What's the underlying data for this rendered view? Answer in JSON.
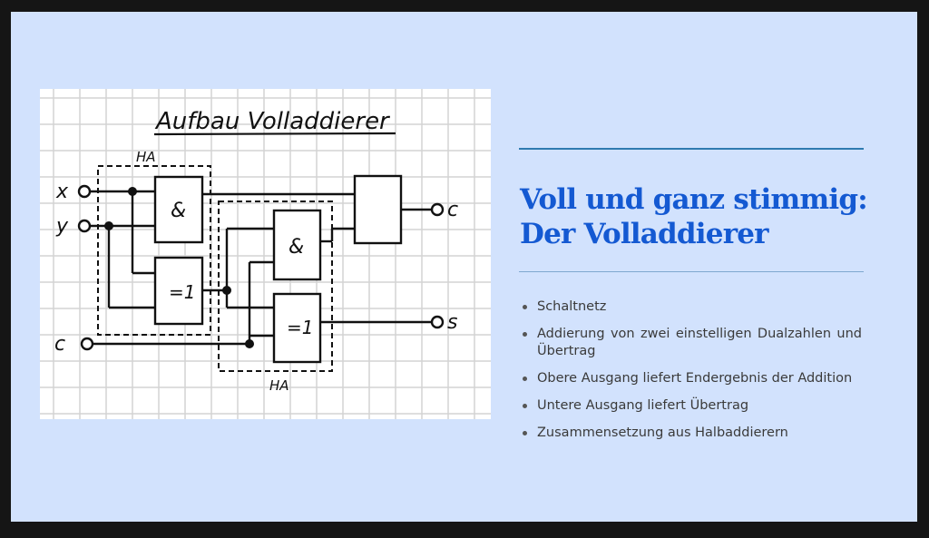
{
  "slide": {
    "title_line1": "Voll und ganz stimmig:",
    "title_line2": "Der Volladdierer",
    "bullets": [
      "Schaltnetz",
      "Addierung von zwei einstelligen Dualzahlen und Übertrag",
      "Obere Ausgang liefert Endergebnis der Addition",
      "Untere Ausgang liefert Übertrag",
      "Zusammensetzung aus Halbaddierern"
    ],
    "colors": {
      "background": "#d2e2fd",
      "title": "#1459d2",
      "rule": "#2f7bb0",
      "text": "#3a3a3a"
    }
  },
  "diagram": {
    "heading": "Aufbau Volladdierer",
    "half_adder_top_label": "HA",
    "half_adder_bottom_label": "HA",
    "input_x": "x",
    "input_y": "y",
    "input_c": "c",
    "output_c": "c",
    "output_s": "s",
    "gate_and": "&",
    "gate_xor": "=1"
  }
}
